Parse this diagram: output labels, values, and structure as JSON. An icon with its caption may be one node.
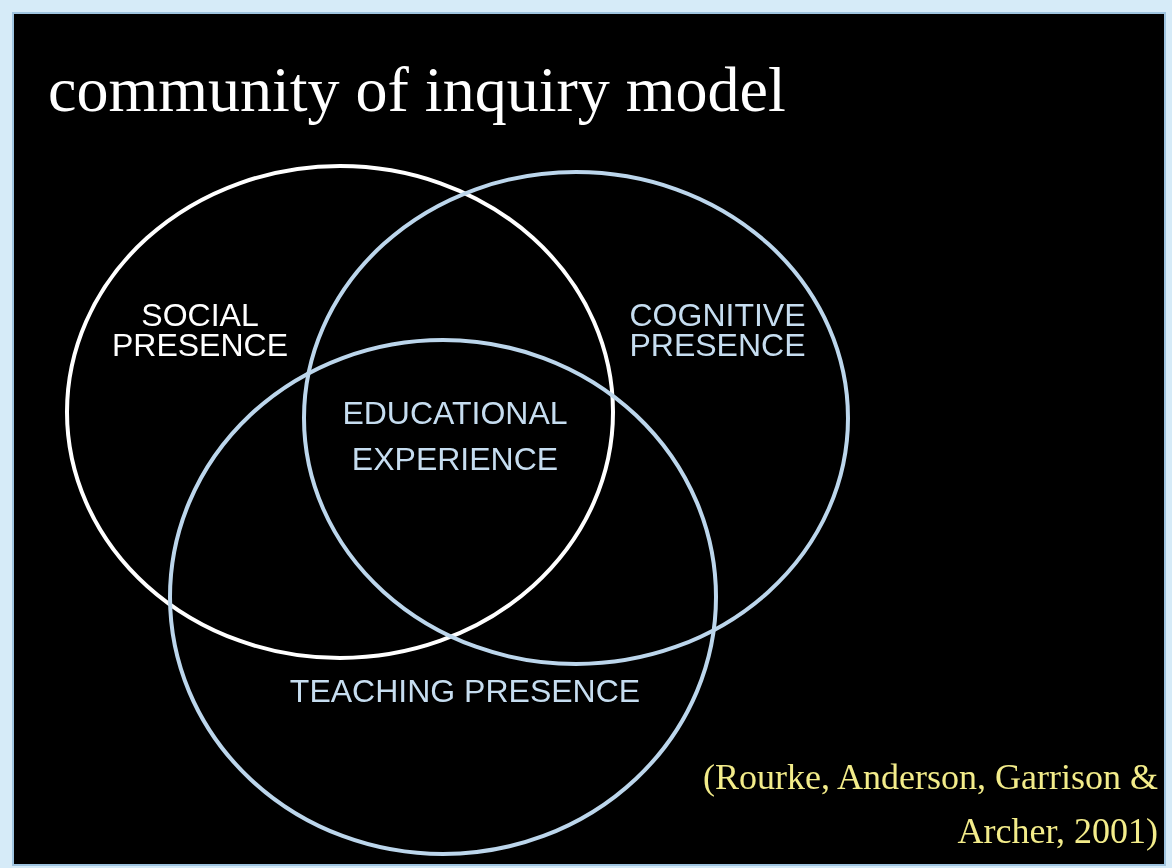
{
  "diagram": {
    "title": "community of inquiry model",
    "nodes": [
      {
        "text": [
          "SOCIAL PRESENCE"
        ]
      },
      {
        "text": [
          "COGNITIVE PRESENCE"
        ]
      },
      {
        "text": [
          "TEACHING PRESENCE"
        ]
      }
    ],
    "edges": [],
    "labels": [
      "EDUCATIONAL EXPERIENCE"
    ],
    "caption": "(Rourke, Anderson, Garrison & Archer, 2001)"
  }
}
